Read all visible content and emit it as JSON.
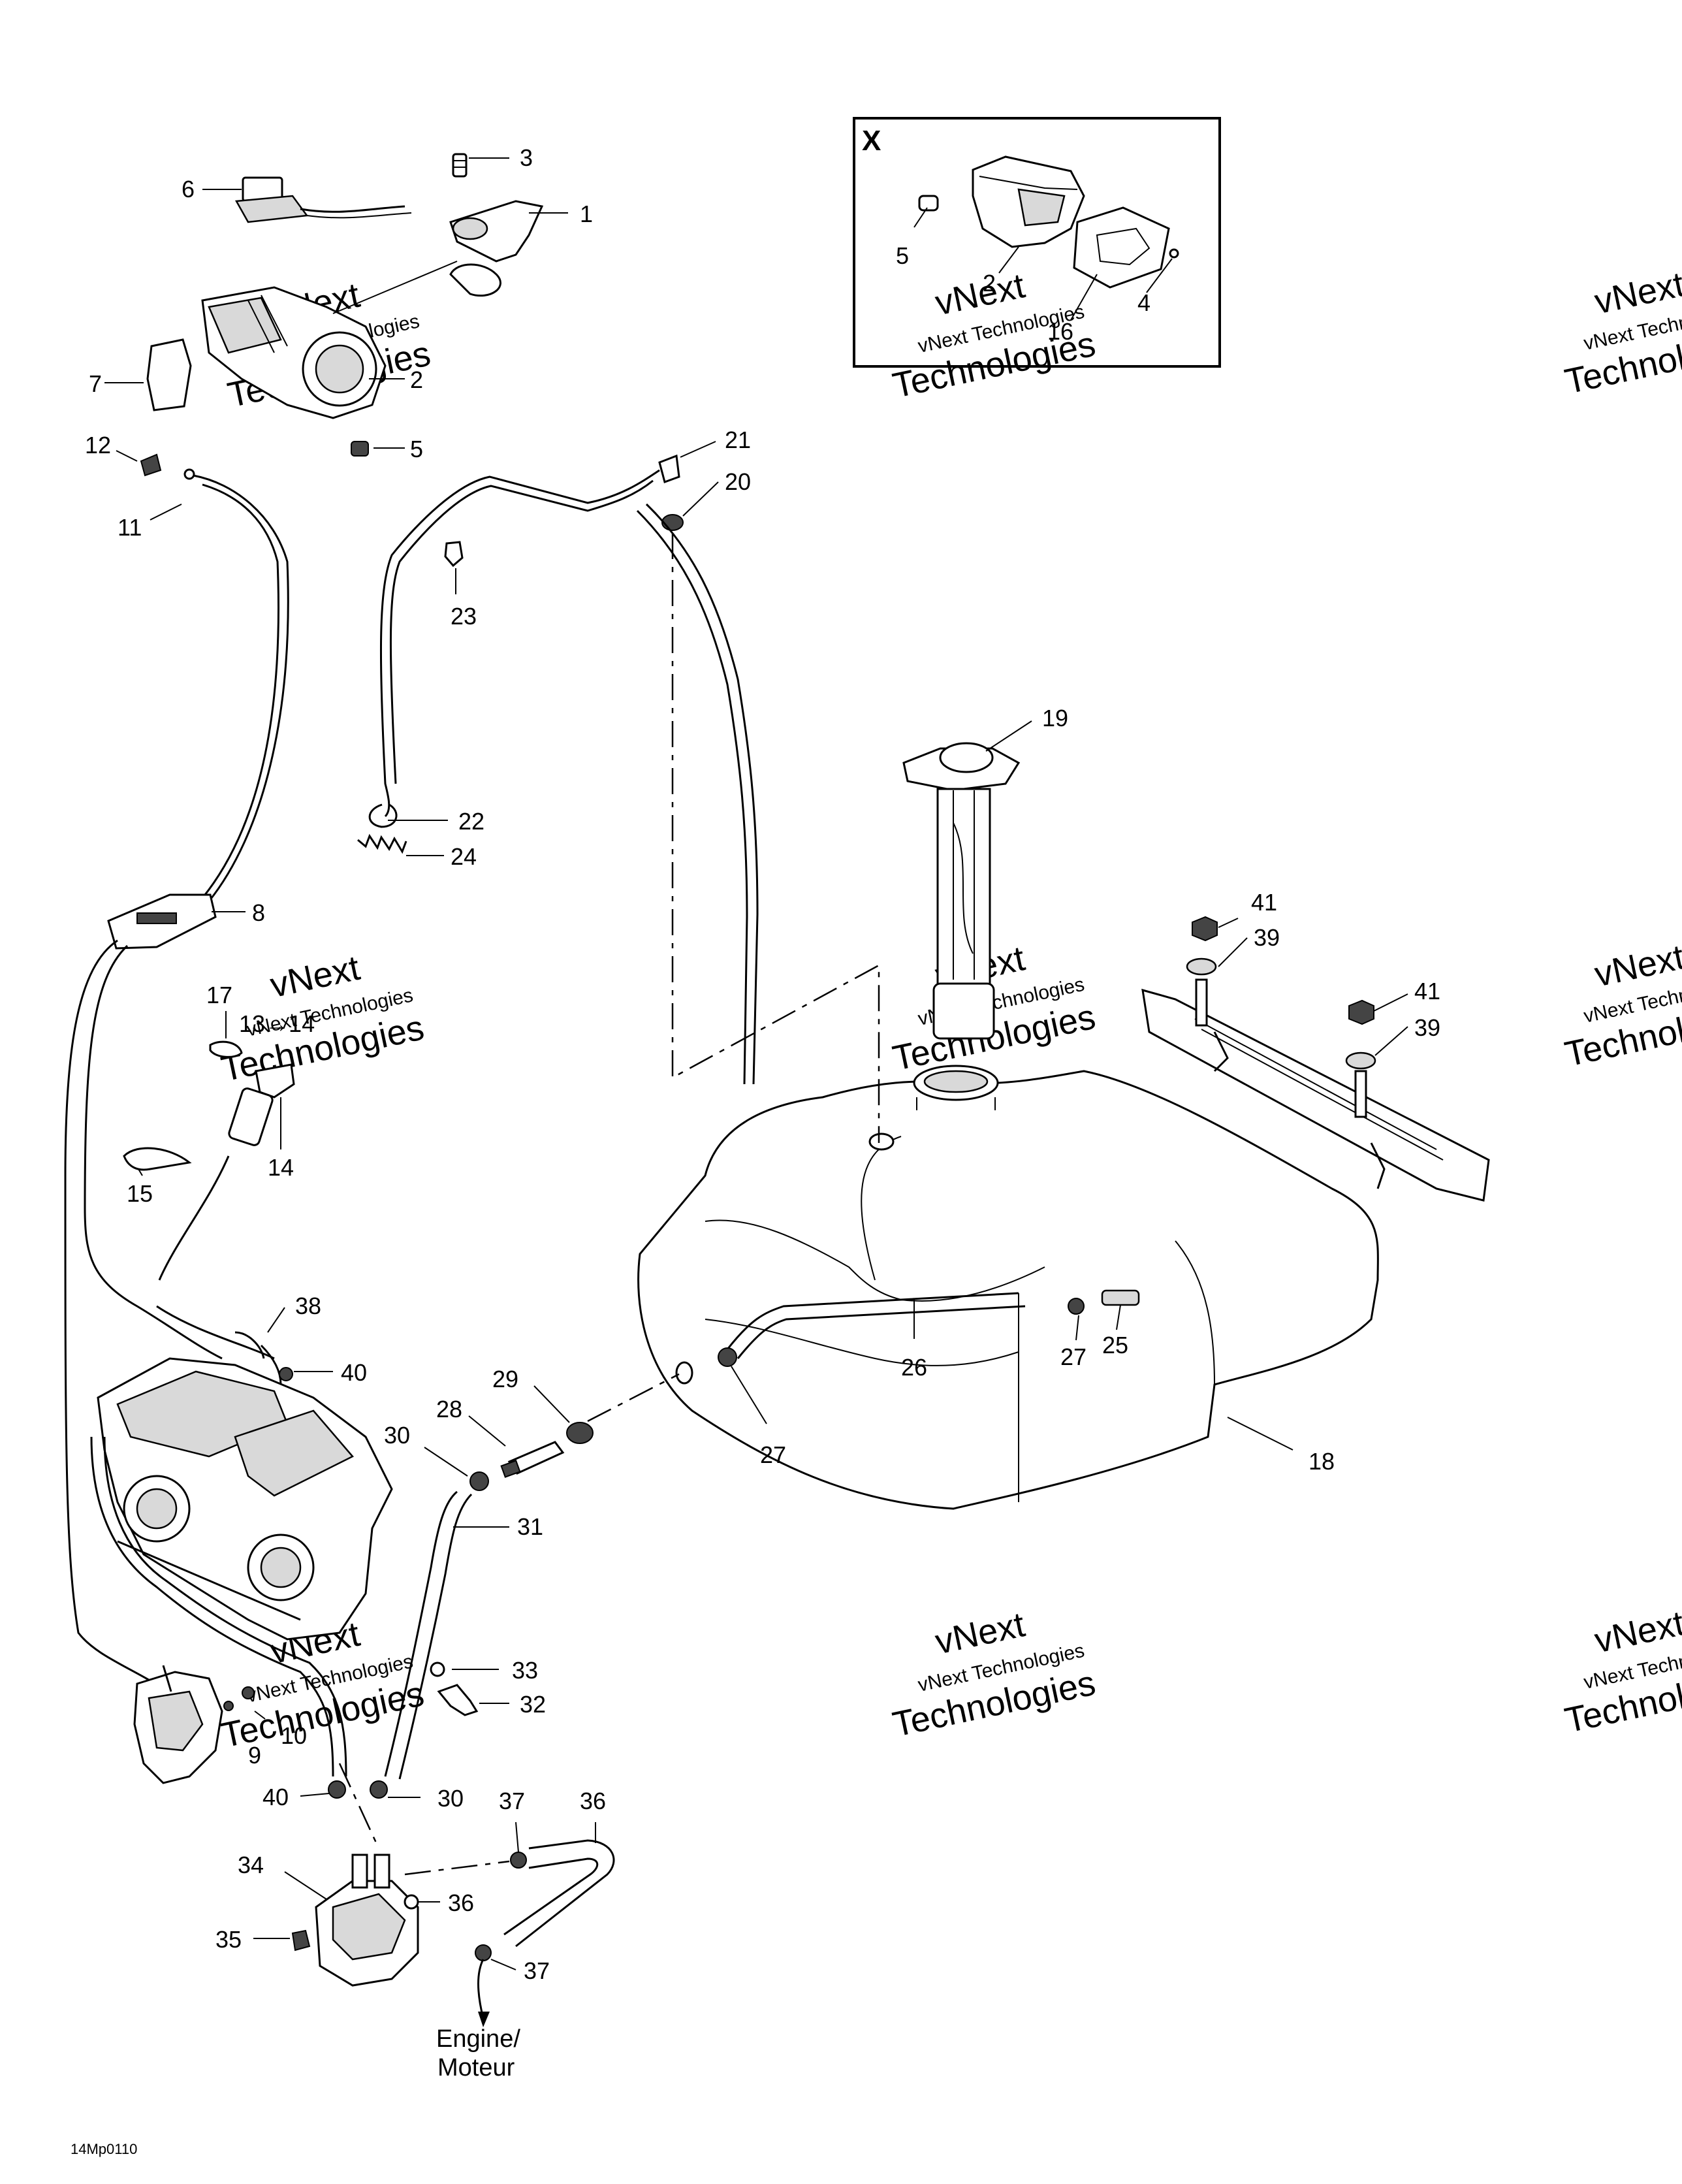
{
  "inset": {
    "letter": "X"
  },
  "callouts": {
    "c1": "1",
    "c2": "2",
    "c3": "3",
    "c5": "5",
    "c6": "6",
    "c7": "7",
    "c8": "8",
    "c9": "9",
    "c10": "10",
    "c11": "11",
    "c12": "12",
    "c13to14": "13→14",
    "c14": "14",
    "c15": "15",
    "c17": "17",
    "c18": "18",
    "c19": "19",
    "c20": "20",
    "c21": "21",
    "c22": "22",
    "c23": "23",
    "c24": "24",
    "c25": "25",
    "c26": "26",
    "c27a": "27",
    "c27b": "27",
    "c28": "28",
    "c29": "29",
    "c30a": "30",
    "c30b": "30",
    "c31": "31",
    "c32": "32",
    "c33": "33",
    "c34": "34",
    "c35": "35",
    "c36a": "36",
    "c36b": "36",
    "c37a": "37",
    "c37b": "37",
    "c38": "38",
    "c39a": "39",
    "c39b": "39",
    "c40a": "40",
    "c40b": "40",
    "c41a": "41",
    "c41b": "41",
    "x2": "2",
    "x4": "4",
    "x5": "5",
    "x16": "16"
  },
  "engine_label": {
    "line1": "Engine/",
    "line2": "Moteur"
  },
  "diagram_code": "14Mp0110",
  "watermark": {
    "line1": "vNext",
    "line2": "vNext Technologies",
    "line3": "Technologies"
  }
}
